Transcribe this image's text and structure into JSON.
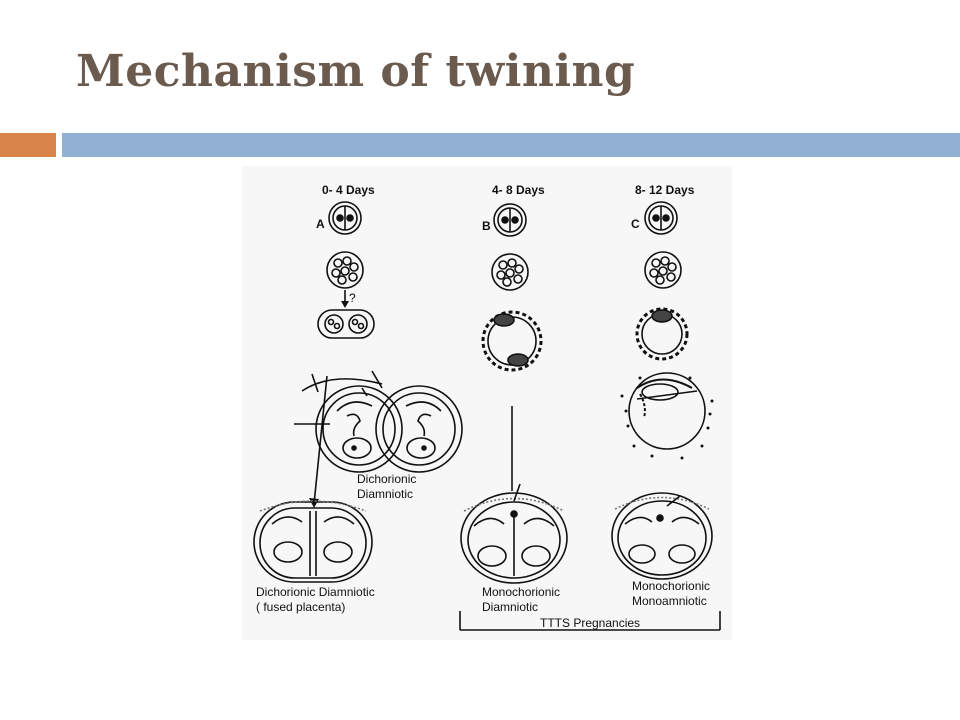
{
  "slide": {
    "title": "Mechanism of twining"
  },
  "diagram": {
    "columns": [
      {
        "header": "0- 4 Days",
        "letter": "A"
      },
      {
        "header": "4- 8 Days",
        "letter": "B"
      },
      {
        "header": "8- 12 Days",
        "letter": "C"
      }
    ],
    "labels": {
      "dichorionic_1": "Dichorionic",
      "dichorionic_2": "Diamniotic",
      "fused_1": "Dichorionic Diamniotic",
      "fused_2": "( fused placenta)",
      "mcda_1": "Monochorionic",
      "mcda_2": "Diamniotic",
      "mcma_1": "Monochorionic",
      "mcma_2": "Monoamniotic",
      "ttts": "TTTS Pregnancies",
      "question_mark": "?"
    }
  },
  "colors": {
    "title": "#6b5a4e",
    "accent_orange": "#d8844a",
    "accent_blue": "#92b0d1"
  }
}
